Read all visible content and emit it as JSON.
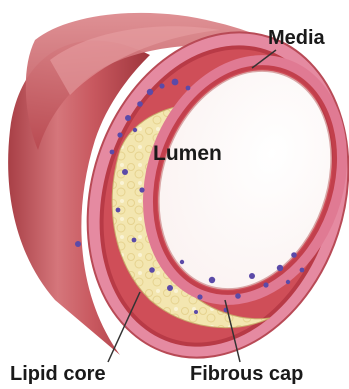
{
  "labels": {
    "media": "Media",
    "lumen": "Lumen",
    "lipid_core": "Lipid core",
    "fibrous_cap": "Fibrous cap"
  },
  "colors": {
    "outer_wall": "#c45a5e",
    "wall_highlight": "#e59398",
    "media_band": "#e58aa1",
    "intima": "#c94650",
    "lipid": "#f2e5ad",
    "lumen_interior": "#ffffff",
    "foam_cells": "#5b4aa8"
  }
}
